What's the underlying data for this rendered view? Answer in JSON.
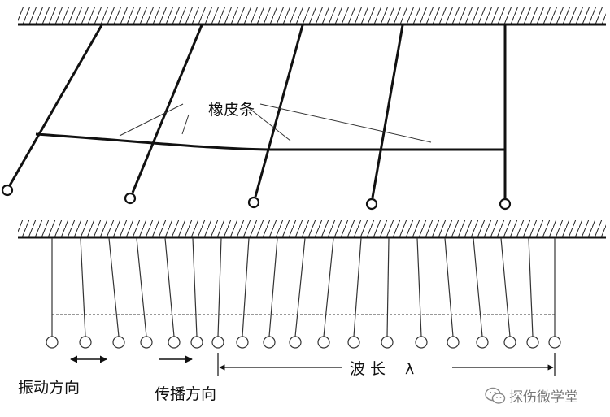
{
  "labels": {
    "rubber_band": "橡皮条",
    "vibration_direction": "振动方向",
    "propagation_direction": "传播方向",
    "wavelength_word": "波 长",
    "wavelength_symbol": "λ"
  },
  "watermark": {
    "text": "探伤微学堂",
    "icon": "wechat-icon"
  },
  "colors": {
    "line": "#111111",
    "thin": "#444444",
    "watermark": "#777777"
  }
}
